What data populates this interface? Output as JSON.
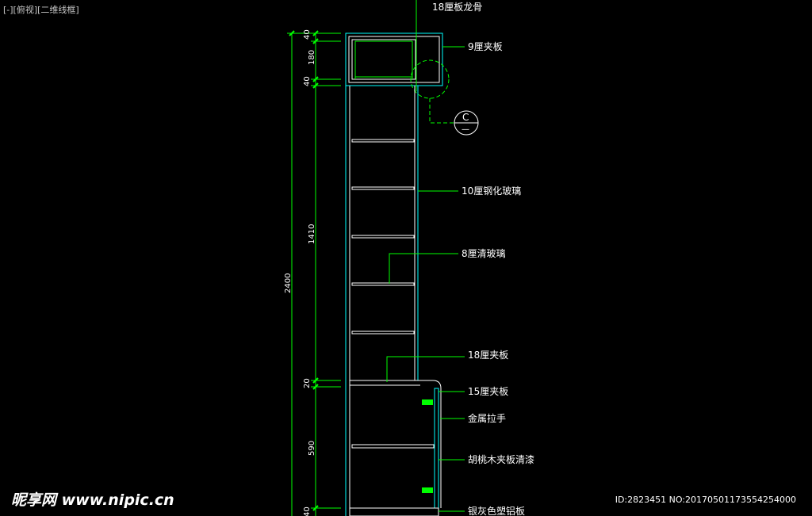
{
  "viewport_label": "[-][俯视][二维线框]",
  "labels": {
    "top_frame": "18厘板龙骨",
    "ply9": "9厘夹板",
    "tempered_glass": "10厘钢化玻璃",
    "clear_glass": "8厘清玻璃",
    "ply18": "18厘夹板",
    "ply15": "15厘夹板",
    "handle": "金属拉手",
    "walnut": "胡桃木夹板清漆",
    "alu_panel": "银灰色塑铝板"
  },
  "section_mark": {
    "letter": "C",
    "sub": "—"
  },
  "dimensions": {
    "overall": "2400",
    "top_a": "40",
    "top_b": "180",
    "top_c": "40",
    "glass_zone": "1410",
    "counter": "20",
    "lower": "590",
    "base": "40"
  },
  "watermark": {
    "left": "昵享网 www.nipic.cn",
    "right": "ID:2823451 NO:20170501173554254000"
  },
  "colors": {
    "dim": "#00ff00",
    "glass": "#00ffff",
    "panel": "#ffffff"
  }
}
